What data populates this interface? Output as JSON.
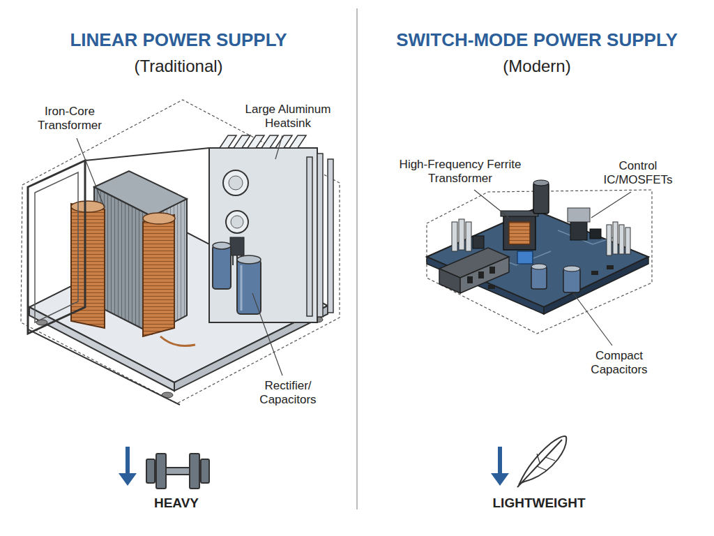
{
  "diagram": {
    "labels": [
      "LINEAR POWER SUPPLY",
      "(Traditional)",
      "Iron-Core Transformer",
      "Large Aluminum Heatsink",
      "Rectifier/ Capacitors",
      "HEAVY",
      "SWITCH-MODE POWER SUPPLY",
      "(Modern)",
      "High-Frequency Ferrite Transformer",
      "Control IC/MOSFETs",
      "Compact Capacitors",
      "LIGHTWEIGHT"
    ]
  }
}
